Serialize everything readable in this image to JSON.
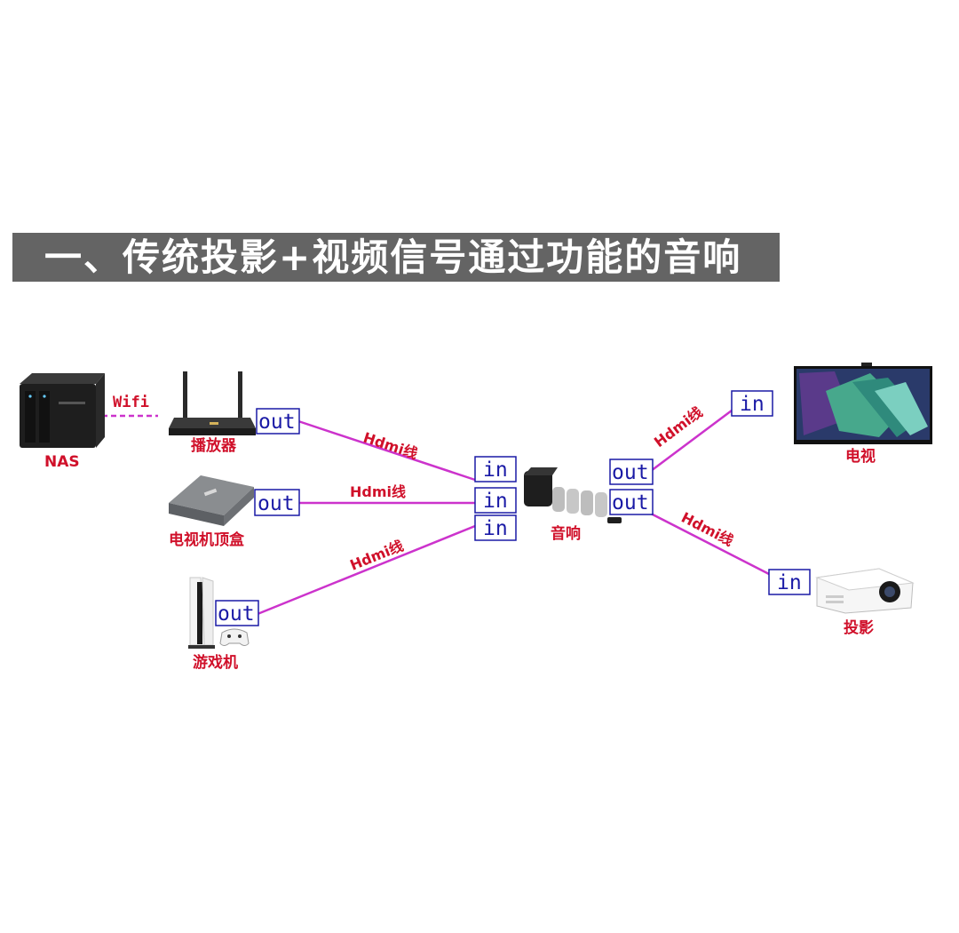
{
  "title": "一、传统投影+视频信号通过功能的音响",
  "colors": {
    "cable": "#cc33cc",
    "port_border": "#1a1aa6",
    "label": "#d0102a",
    "title_bg": "#646464"
  },
  "devices": {
    "nas": "NAS",
    "player": "播放器",
    "settop": "电视机顶盒",
    "console": "游戏机",
    "soundbar": "音响",
    "tv": "电视",
    "projector": "投影"
  },
  "ports": {
    "player_out": "out",
    "settop_out": "out",
    "console_out": "out",
    "sound_in_1": "in",
    "sound_in_2": "in",
    "sound_in_3": "in",
    "sound_out_1": "out",
    "sound_out_2": "out",
    "tv_in": "in",
    "projector_in": "in"
  },
  "links": {
    "wifi": "Wifi",
    "hdmi_player": "Hdmi线",
    "hdmi_settop": "Hdmi线",
    "hdmi_console": "Hdmi线",
    "hdmi_tv": "Hdmi线",
    "hdmi_projector": "Hdmi线"
  }
}
